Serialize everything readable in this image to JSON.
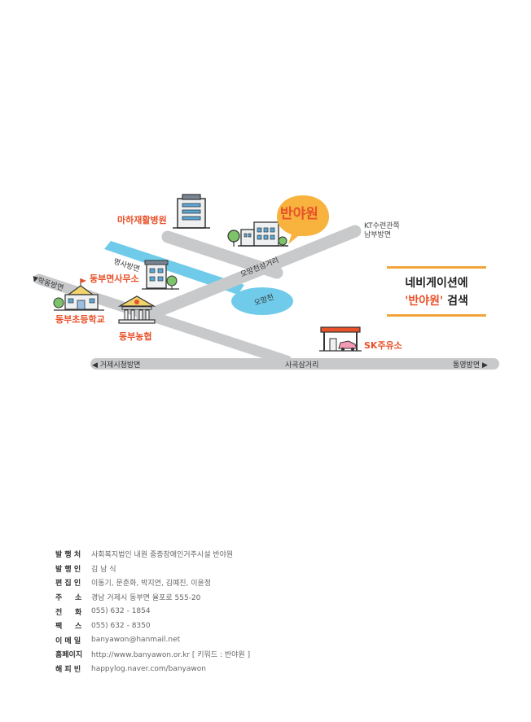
{
  "map": {
    "places": {
      "hospital": "마하재활병원",
      "brand": "반야원",
      "kt": [
        "KT수련관쪽",
        "남부방면"
      ],
      "office": "동부면사무소",
      "school": "동부초등학교",
      "nonghyup": "동부농협",
      "gas": "SK주유소"
    },
    "roads": {
      "myeongsa": "명사방면",
      "hakdong": "▼학동방면",
      "omangcheon_cross": "오망천삼거리",
      "omangcheon": "오망천",
      "sagok_cross": "사곡삼거리",
      "geoje": "◀ 거제시청방면",
      "tongyeong": "통영방면 ▶"
    }
  },
  "nav": {
    "line1": "네비게이션에",
    "line2_quote": "'반야원'",
    "line2_rest": " 검색"
  },
  "footer": [
    {
      "key": "발 행 처",
      "value": "사회복지법인 내원 중증장애인거주시설 반야원"
    },
    {
      "key": "발 행 인",
      "value": "김 남 식"
    },
    {
      "key": "편 집 인",
      "value": "이동기, 문춘화, 박지연, 김예진, 이윤정"
    },
    {
      "key": "주     소",
      "value": "경남 거제시 동부면 율포로 555-20"
    },
    {
      "key": "전     화",
      "value": "055) 632 - 1854"
    },
    {
      "key": "팩     스",
      "value": "055) 632 - 8350"
    },
    {
      "key": "이 메 일",
      "value": "banyawon@hanmail.net"
    },
    {
      "key": "홈페이지",
      "value": "http://www.banyawon.or.kr [ 키워드 : 반야원 ]"
    },
    {
      "key": "해 피 빈",
      "value": "happylog.naver.com/banyawon"
    }
  ],
  "colors": {
    "accent": "#e8512a",
    "road": "#c8c9cb",
    "water": "#6fcbe9",
    "bar": "#f2a33a"
  }
}
